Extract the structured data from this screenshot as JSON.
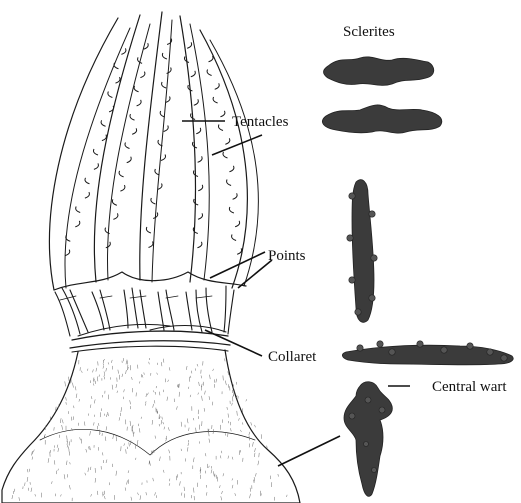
{
  "labels": {
    "sclerites": "Sclerites",
    "tentacles": "Tentacles",
    "points": "Points",
    "collaret": "Collaret",
    "central_wart": "Central wart"
  },
  "colors": {
    "ink": "#1a1a1a",
    "sclerite_fill": "#3b3b3b",
    "background": "#ffffff"
  }
}
